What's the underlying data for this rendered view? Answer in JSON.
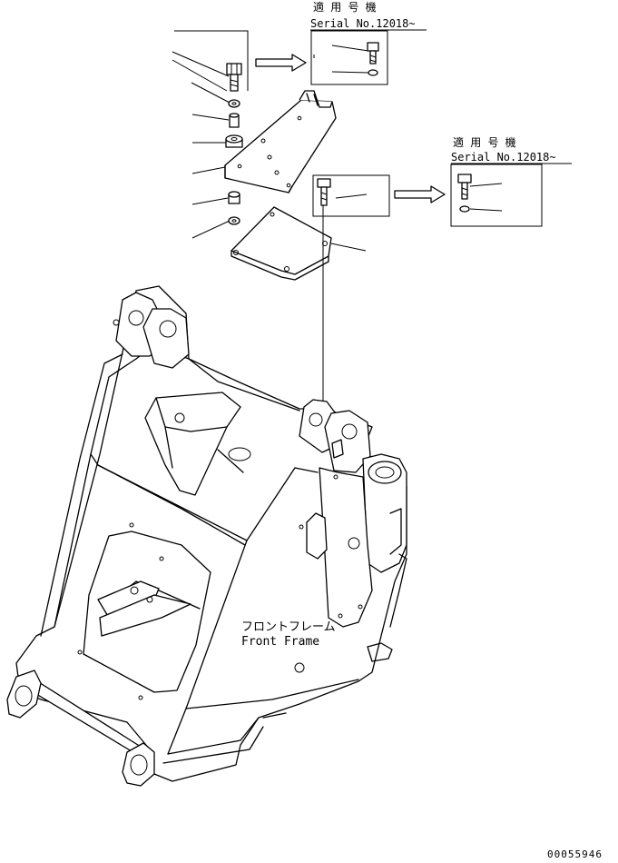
{
  "callouts": [
    {
      "id": "callout-serial-top",
      "applicable_label": "適 用 号 機",
      "serial_label": "Serial No.12018~"
    },
    {
      "id": "callout-serial-right",
      "applicable_label": "適 用 号 機",
      "serial_label": "Serial No.12018~"
    }
  ],
  "frame_label": {
    "jp": "フロントフレーム",
    "en": "Front Frame"
  },
  "drawing_number": "00055946"
}
